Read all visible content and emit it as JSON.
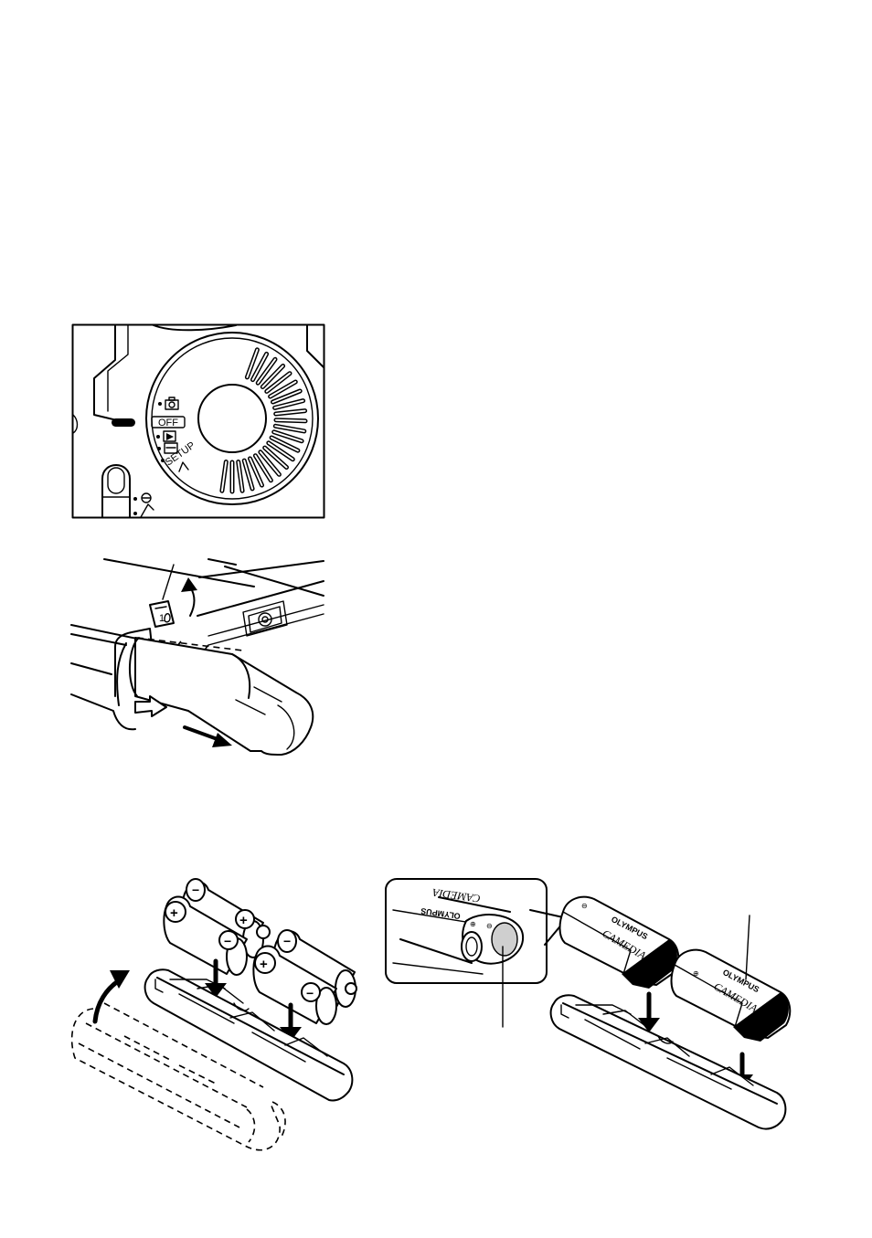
{
  "mode_dial": {
    "off_label": "OFF",
    "setup_label": "SETUP"
  },
  "battery_pack": {
    "brand": "OLYMPUS",
    "model": "CAMEDIA"
  },
  "aa_battery": {
    "plus": "+",
    "minus": "−"
  },
  "icons": [
    "camera-icon",
    "playback-icon",
    "setup-icon",
    "arrow-up-icon",
    "arrow-down-icon",
    "curved-arrow-icon"
  ]
}
